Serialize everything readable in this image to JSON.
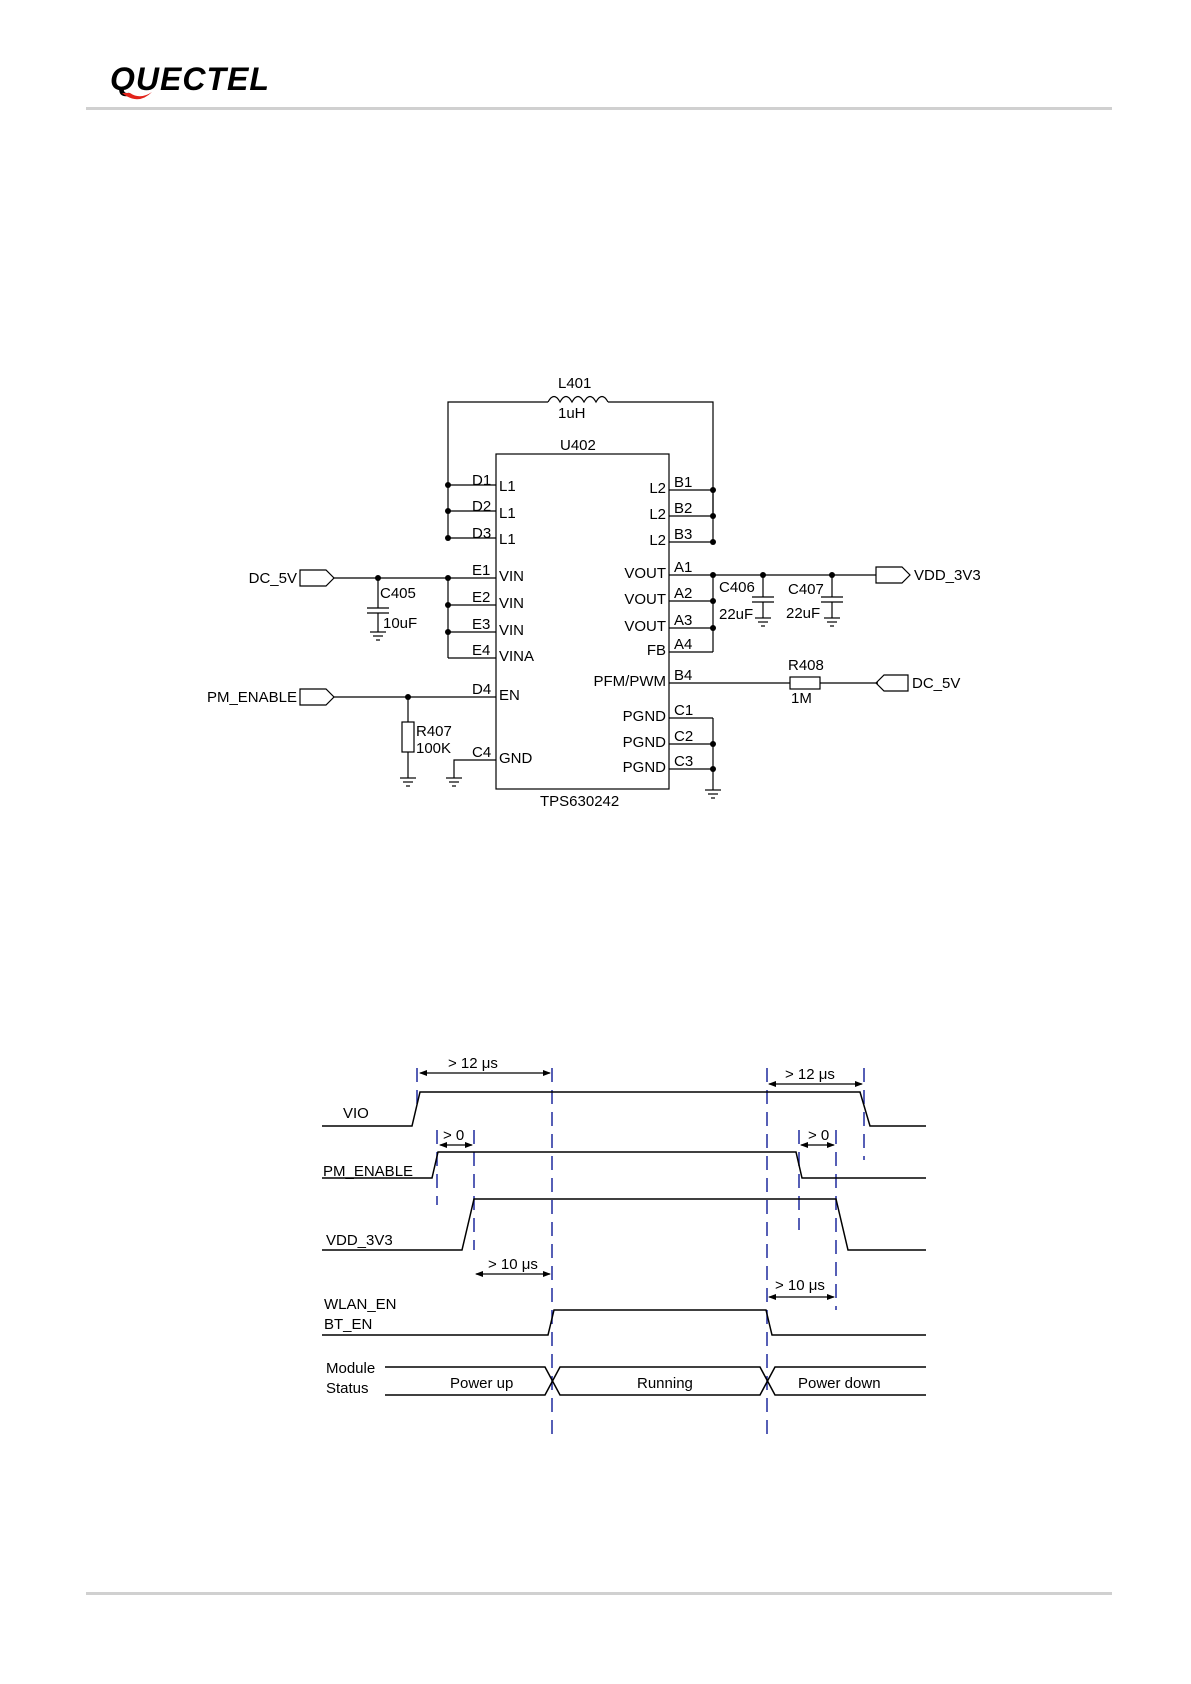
{
  "header": {
    "logo_text": "QUECTEL",
    "accent_color": "#e2231a",
    "divider_color": "#d0d0d0"
  },
  "schematic": {
    "inductor": {
      "ref": "L401",
      "value": "1uH"
    },
    "ic": {
      "ref": "U402",
      "part": "TPS630242"
    },
    "left_pins": [
      {
        "pin": "D1",
        "name": "L1"
      },
      {
        "pin": "D2",
        "name": "L1"
      },
      {
        "pin": "D3",
        "name": "L1"
      },
      {
        "pin": "E1",
        "name": "VIN"
      },
      {
        "pin": "E2",
        "name": "VIN"
      },
      {
        "pin": "E3",
        "name": "VIN"
      },
      {
        "pin": "E4",
        "name": "VINA"
      },
      {
        "pin": "D4",
        "name": "EN"
      },
      {
        "pin": "C4",
        "name": "GND"
      }
    ],
    "right_pins": [
      {
        "pin": "B1",
        "name": "L2"
      },
      {
        "pin": "B2",
        "name": "L2"
      },
      {
        "pin": "B3",
        "name": "L2"
      },
      {
        "pin": "A1",
        "name": "VOUT"
      },
      {
        "pin": "A2",
        "name": "VOUT"
      },
      {
        "pin": "A3",
        "name": "VOUT"
      },
      {
        "pin": "A4",
        "name": "FB"
      },
      {
        "pin": "B4",
        "name": "PFM/PWM"
      },
      {
        "pin": "C1",
        "name": "PGND"
      },
      {
        "pin": "C2",
        "name": "PGND"
      },
      {
        "pin": "C3",
        "name": "PGND"
      }
    ],
    "nets": {
      "dc5v_in": "DC_5V",
      "pm_enable": "PM_ENABLE",
      "vdd_out": "VDD_3V3",
      "dc5v_pwm": "DC_5V"
    },
    "c405": {
      "ref": "C405",
      "value": "10uF"
    },
    "c406": {
      "ref": "C406",
      "value": "22uF"
    },
    "c407": {
      "ref": "C407",
      "value": "22uF"
    },
    "r407": {
      "ref": "R407",
      "value": "100K"
    },
    "r408": {
      "ref": "R408",
      "value": "1M"
    }
  },
  "timing": {
    "signals": {
      "vio": "VIO",
      "pm_enable": "PM_ENABLE",
      "vdd_3v3": "VDD_3V3",
      "wlan_en": "WLAN_EN",
      "bt_en": "BT_EN",
      "module": "Module",
      "status": "Status"
    },
    "intervals": {
      "vio_up": "> 12 μs",
      "vio_down": "> 12 μs",
      "pm_up": "> 0",
      "pm_down": "> 0",
      "wlan_up": "> 10 μs",
      "wlan_down": "> 10 μs"
    },
    "states": {
      "power_up": "Power up",
      "running": "Running",
      "power_down": "Power down"
    },
    "marker_color": "#1f2a9e"
  }
}
